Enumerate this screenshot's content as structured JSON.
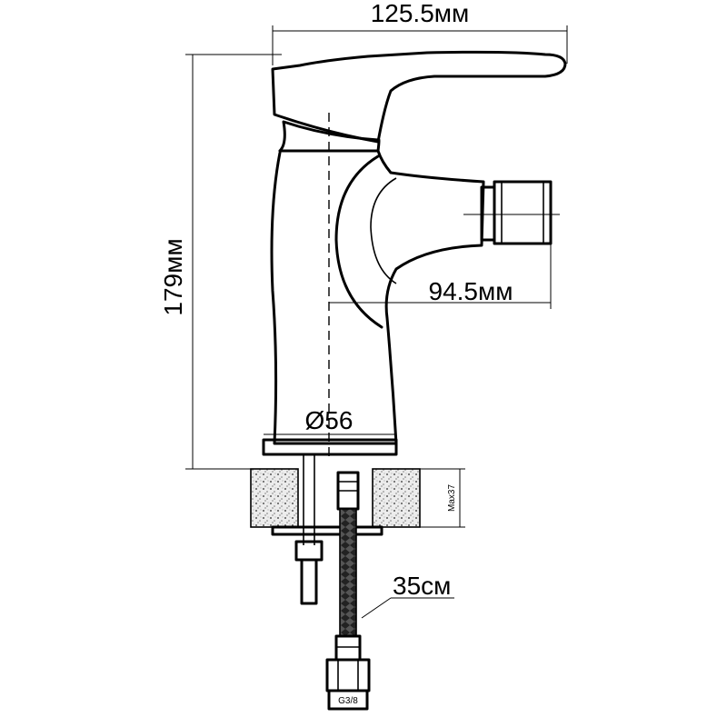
{
  "dimensions": {
    "width_top": "125.5мм",
    "height_total": "179мм",
    "spout_reach": "94.5мм",
    "diameter": "Ø56",
    "hose_length": "35см",
    "counter_thickness": "Max37",
    "thread": "G3/8"
  },
  "colors": {
    "line": "#000000",
    "background": "#ffffff",
    "granite": "#d8d8d8"
  }
}
